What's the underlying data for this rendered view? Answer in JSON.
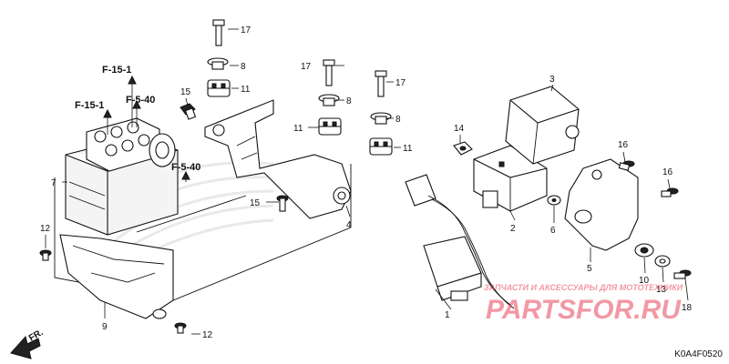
{
  "diagram": {
    "diagram_code": "K0A4F0520",
    "front_label": "FR.",
    "refs": {
      "f15_top": "F-15-1",
      "f15_left": "F-15-1",
      "f540_top": "F-5-40",
      "f540_mid": "F-5-40"
    },
    "callouts": {
      "c1": "1",
      "c2": "2",
      "c3": "3",
      "c4": "4",
      "c5": "5",
      "c6": "6",
      "c7": "7",
      "c8a": "8",
      "c8b": "8",
      "c8c": "8",
      "c9": "9",
      "c10": "10",
      "c11a": "11",
      "c11b": "11",
      "c11c": "11",
      "c12a": "12",
      "c12b": "12",
      "c13": "13",
      "c14": "14",
      "c15a": "15",
      "c15b": "15",
      "c16a": "16",
      "c16b": "16",
      "c17a": "17",
      "c17b": "17",
      "c17c": "17",
      "c18": "18"
    },
    "watermark": {
      "brand": "PARTSFOR.RU",
      "tagline": "ЗАПЧАСТИ И АКСЕССУАРЫ ДЛЯ МОТОТЕХНИКИ",
      "color": "#e8455a"
    }
  }
}
